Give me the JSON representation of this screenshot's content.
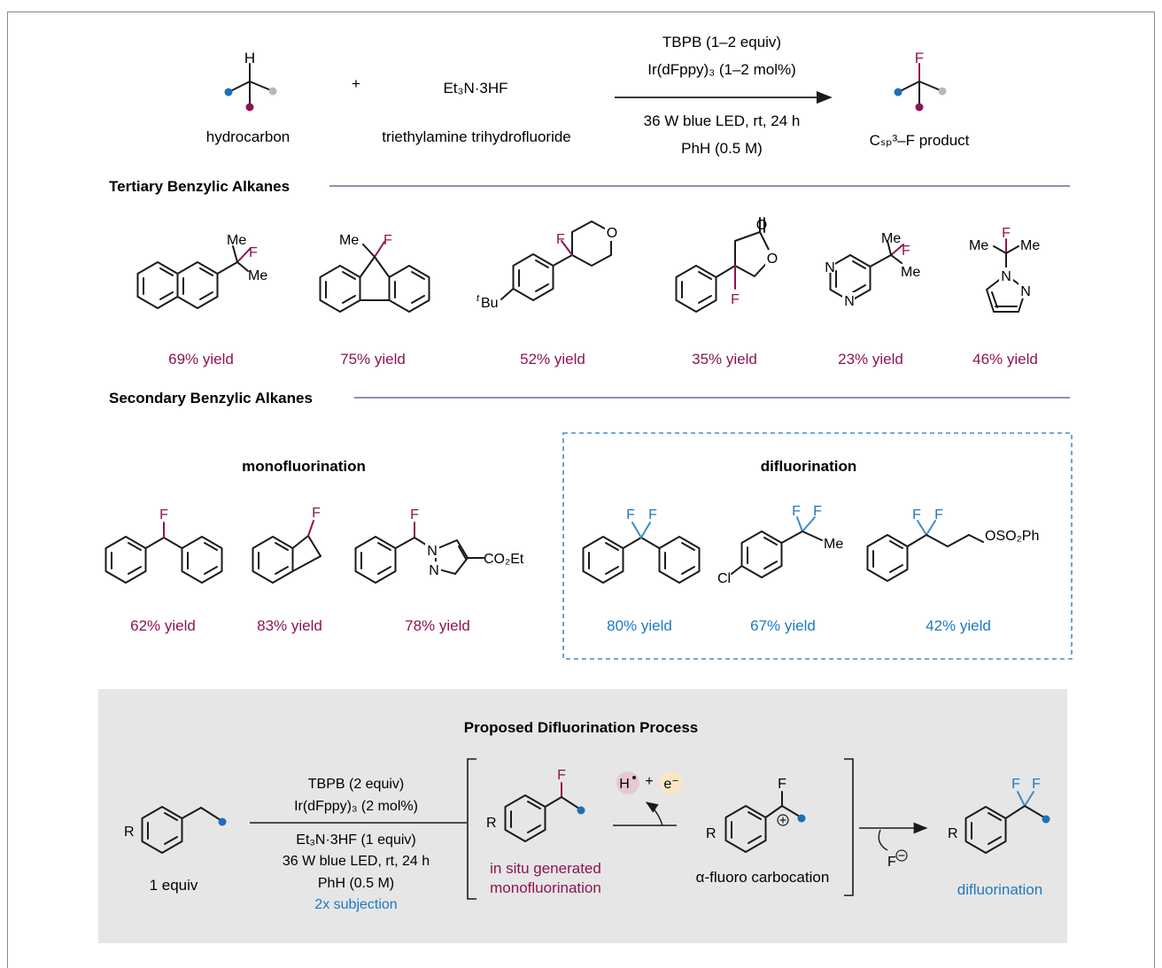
{
  "colors": {
    "magenta": "#8c1552",
    "blue": "#1f79bf",
    "line": "#4a4f8c",
    "panel": "#e6e6e6",
    "dash": "#3a8fd4"
  },
  "scheme": {
    "hydrocarbon_h": "H",
    "hydrocarbon_label": "hydrocarbon",
    "plus": "+",
    "reagent_formula": "Et₃N·3HF",
    "reagent_label": "triethylamine trihydrofluoride",
    "cond_above_1": "TBPB (1–2 equiv)",
    "cond_above_2": "Ir(dFppy)₃ (1–2 mol%)",
    "cond_below_1": "36 W blue LED, rt, 24 h",
    "cond_below_2": "PhH (0.5 M)",
    "product_f": "F",
    "product_label": "Cₛₚ³–F product"
  },
  "tertiary": {
    "heading": "Tertiary Benzylic Alkanes",
    "yields": [
      "69% yield",
      "75% yield",
      "52% yield",
      "35% yield",
      "23% yield",
      "46% yield"
    ]
  },
  "secondary": {
    "heading": "Secondary Benzylic Alkanes",
    "mono_heading": "monofluorination",
    "di_heading": "difluorination",
    "mono_yields": [
      "62% yield",
      "83% yield",
      "78% yield"
    ],
    "di_yields": [
      "80% yield",
      "67% yield",
      "42% yield"
    ]
  },
  "atoms": {
    "me": "Me",
    "f": "F",
    "o": "O",
    "n": "N",
    "tbu": "Bu",
    "tbu_sup": "t",
    "cl": "Cl",
    "co2et": "CO₂Et",
    "oso2ph": "OSO₂Ph",
    "r": "R"
  },
  "process": {
    "title": "Proposed Difluorination Process",
    "start_label": "1 equiv",
    "cond_1": "TBPB (2 equiv)",
    "cond_2": "Ir(dFppy)₃ (2 mol%)",
    "cond_3": "Et₃N·3HF (1 equiv)",
    "cond_4": "36 W blue LED, rt, 24 h",
    "cond_5": "PhH (0.5 M)",
    "cond_6": "2x subjection",
    "intermediate_1": "in situ generated",
    "intermediate_2": "monofluorination",
    "h_radical": "H",
    "plus": "+",
    "electron": "e⁻",
    "carbocation_label": "α-fluoro carbocation",
    "fluoride": "F",
    "final_label": "difluorination"
  }
}
